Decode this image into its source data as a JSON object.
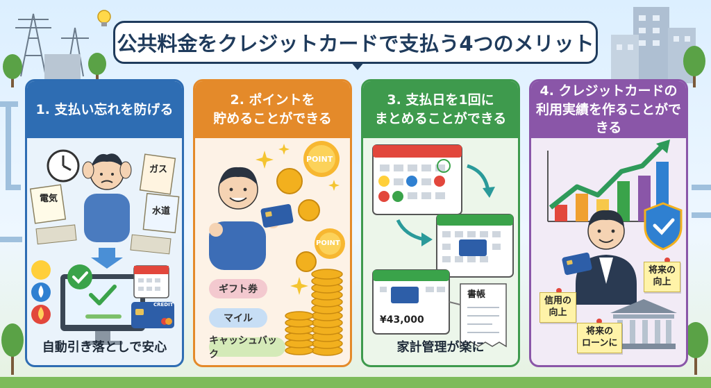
{
  "title": "公共料金をクレジットカードで支払う4つのメリット",
  "cards": [
    {
      "heading": "1. 支払い忘れを防げる",
      "footer": "自動引き落としで安心",
      "bills": [
        "電気",
        "ガス",
        "水道"
      ],
      "card_label": "CREDIT"
    },
    {
      "heading": "2. ポイントを\n貯めることができる",
      "point_badge": "POINT",
      "rewards": [
        "ギフト券",
        "マイル",
        "キャッシュバック"
      ]
    },
    {
      "heading": "3. 支払日を1回に\nまとめることができる",
      "footer": "家計管理が楽に",
      "amount": "¥43,000",
      "ledger": "書帳"
    },
    {
      "heading": "4. クレジットカードの\n利用実績を作ることができる",
      "notes": [
        "将来の\n向上",
        "信用の\n向上",
        "将来の\nローンに"
      ]
    }
  ],
  "colors": {
    "blue": "#2e6db3",
    "orange": "#e48a2a",
    "green": "#3e9a4d",
    "purple": "#8a56a8",
    "title_border": "#1f3b5c"
  },
  "icons": [
    "clock-icon",
    "stressed-person-icon",
    "bill-icon",
    "arrow-down-icon",
    "monitor-icon",
    "check-icon",
    "calendar-icon",
    "credit-card-icon",
    "lightbulb-icon",
    "water-drop-icon",
    "flame-icon",
    "coin-icon",
    "smiling-person-icon",
    "sparkle-icon",
    "arrow-icon",
    "receipt-icon",
    "bar-chart-icon",
    "shield-check-icon",
    "bank-icon",
    "pushpin-icon"
  ]
}
